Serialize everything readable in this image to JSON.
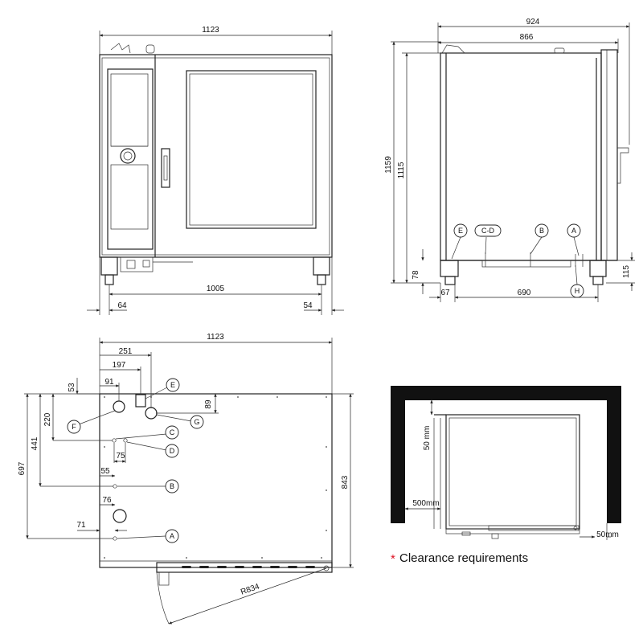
{
  "front_view": {
    "width_top": "1123",
    "feet_span": "1005",
    "left_offset": "64",
    "right_offset": "54"
  },
  "side_view": {
    "depth_overall": "924",
    "depth_body": "866",
    "height_overall": "1159",
    "height_body": "1115",
    "foot_height_left": "78",
    "foot_height_right": "115",
    "left_offset": "67",
    "base_depth": "690",
    "labels": [
      "E",
      "C-D",
      "B",
      "A",
      "H"
    ]
  },
  "top_view": {
    "width": "1123",
    "depth": "843",
    "dim_251": "251",
    "dim_197": "197",
    "dim_91": "91",
    "dim_53": "53",
    "dim_89": "89",
    "dim_220": "220",
    "dim_441": "441",
    "dim_697": "697",
    "dim_75": "75",
    "dim_55": "55",
    "dim_76": "76",
    "dim_71": "71",
    "door_radius": "R834",
    "labels": [
      "E",
      "F",
      "G",
      "C",
      "D",
      "B",
      "A"
    ]
  },
  "clearance": {
    "top_gap": "50 mm",
    "side_gap": "500mm",
    "right_gap": "50mm",
    "asterisk": "*",
    "caption": "Clearance requirements"
  },
  "colors": {
    "line": "#222222",
    "wall": "#111111",
    "asterisk": "#dd1122"
  }
}
